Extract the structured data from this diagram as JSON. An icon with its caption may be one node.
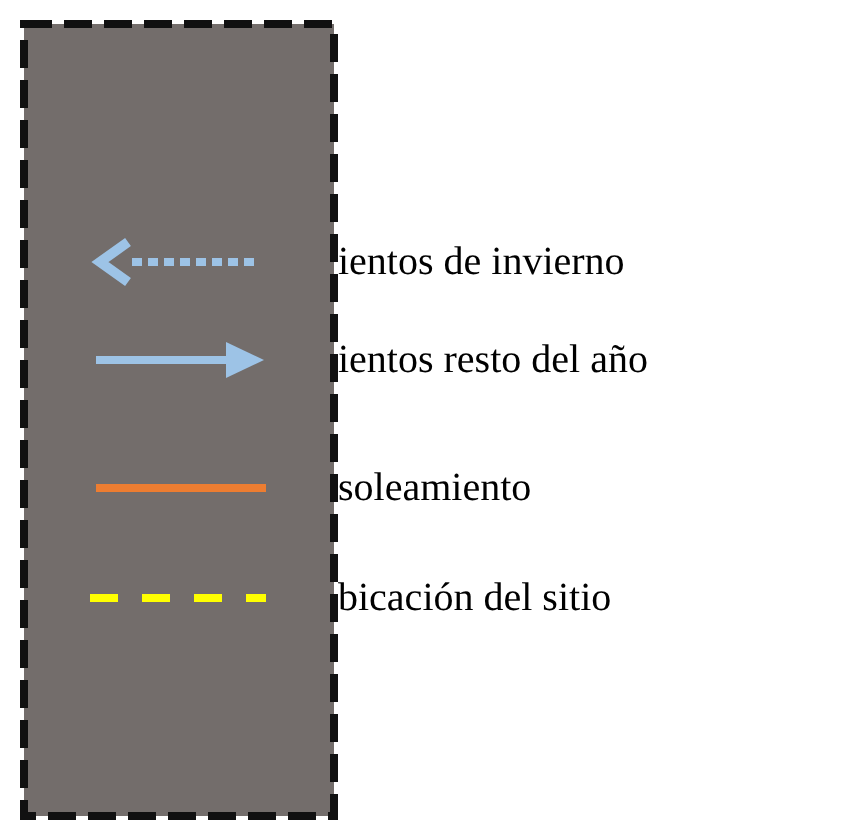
{
  "diagram": {
    "legend": [
      {
        "text": "ientos de invierno"
      },
      {
        "text": "ientos resto del año"
      },
      {
        "text": "soleamiento"
      },
      {
        "text": "bicación del sitio"
      }
    ]
  }
}
